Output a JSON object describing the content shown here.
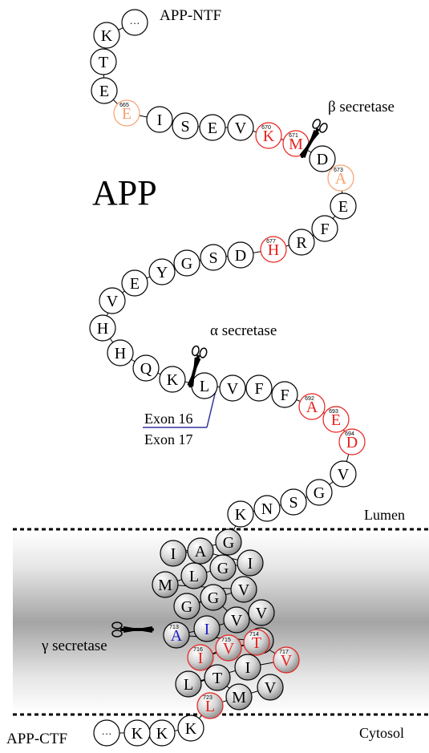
{
  "title": "APP",
  "labels": {
    "ntf": "APP-NTF",
    "ctf": "APP-CTF",
    "beta": "β secretase",
    "alpha": "α secretase",
    "gamma": "γ secretase",
    "exon16": "Exon 16",
    "exon17": "Exon 17",
    "lumen": "Lumen",
    "cytosol": "Cytosol"
  },
  "colors": {
    "normal": "#000000",
    "highlight": "#e8201c",
    "light": "#f5a06e",
    "blue": "#1a1acc",
    "exon_line": "#3434a0"
  },
  "residues": [
    {
      "id": "ntf-dots",
      "aa": "···"
    },
    {
      "id": "k-top",
      "aa": "K"
    },
    {
      "id": "t-top",
      "aa": "T"
    },
    {
      "id": "e-top",
      "aa": "E"
    },
    {
      "id": "e665",
      "aa": "E",
      "num": "665",
      "color": "light"
    },
    {
      "id": "i-1",
      "aa": "I"
    },
    {
      "id": "s-1",
      "aa": "S"
    },
    {
      "id": "e-2",
      "aa": "E"
    },
    {
      "id": "v-1",
      "aa": "V"
    },
    {
      "id": "k670",
      "aa": "K",
      "num": "670",
      "color": "highlight"
    },
    {
      "id": "m671",
      "aa": "M",
      "num": "671",
      "color": "highlight"
    },
    {
      "id": "d672",
      "aa": "D"
    },
    {
      "id": "a673",
      "aa": "A",
      "num": "673",
      "color": "light"
    },
    {
      "id": "e-3",
      "aa": "E"
    },
    {
      "id": "f-1",
      "aa": "F"
    },
    {
      "id": "r-1",
      "aa": "R"
    },
    {
      "id": "h677",
      "aa": "H",
      "num": "677",
      "color": "highlight"
    },
    {
      "id": "d-2",
      "aa": "D"
    },
    {
      "id": "s-2",
      "aa": "S"
    },
    {
      "id": "g-1",
      "aa": "G"
    },
    {
      "id": "y-1",
      "aa": "Y"
    },
    {
      "id": "e-4",
      "aa": "E"
    },
    {
      "id": "v-2",
      "aa": "V"
    },
    {
      "id": "h-2",
      "aa": "H"
    },
    {
      "id": "h-3",
      "aa": "H"
    },
    {
      "id": "q-1",
      "aa": "Q"
    },
    {
      "id": "k-2",
      "aa": "K"
    },
    {
      "id": "l-1",
      "aa": "L"
    },
    {
      "id": "v-3",
      "aa": "V"
    },
    {
      "id": "f-2",
      "aa": "F"
    },
    {
      "id": "f-3",
      "aa": "F"
    },
    {
      "id": "a692",
      "aa": "A",
      "num": "692",
      "color": "highlight"
    },
    {
      "id": "e693",
      "aa": "E",
      "num": "693",
      "color": "highlight"
    },
    {
      "id": "d694",
      "aa": "D",
      "num": "694",
      "color": "highlight"
    },
    {
      "id": "v-4",
      "aa": "V"
    },
    {
      "id": "g-2",
      "aa": "G"
    },
    {
      "id": "s-3",
      "aa": "S"
    },
    {
      "id": "n-1",
      "aa": "N"
    },
    {
      "id": "k-3",
      "aa": "K"
    },
    {
      "id": "g-tm1",
      "aa": "G",
      "tm": true
    },
    {
      "id": "i-tm1",
      "aa": "I",
      "tm": true
    },
    {
      "id": "a-tm1",
      "aa": "A",
      "tm": true
    },
    {
      "id": "i-tm2",
      "aa": "I",
      "tm": true
    },
    {
      "id": "g-tm2",
      "aa": "G",
      "tm": true
    },
    {
      "id": "l-tm1",
      "aa": "L",
      "tm": true
    },
    {
      "id": "m-tm1",
      "aa": "M",
      "tm": true
    },
    {
      "id": "v-tm1",
      "aa": "V",
      "tm": true
    },
    {
      "id": "g-tm3",
      "aa": "G",
      "tm": true
    },
    {
      "id": "g-tm4",
      "aa": "G",
      "tm": true
    },
    {
      "id": "v-tm2",
      "aa": "V",
      "tm": true
    },
    {
      "id": "v-tm3",
      "aa": "V",
      "tm": true
    },
    {
      "id": "i-tm3",
      "aa": "I",
      "tm": true,
      "color": "blue"
    },
    {
      "id": "a713",
      "aa": "A",
      "num": "713",
      "tm": true,
      "color": "blue"
    },
    {
      "id": "v-tm4",
      "aa": "V",
      "tm": true
    },
    {
      "id": "i716",
      "aa": "I",
      "num": "716",
      "tm": true,
      "color": "highlight"
    },
    {
      "id": "v715",
      "aa": "V",
      "num": "715",
      "tm": true,
      "color": "highlight"
    },
    {
      "id": "t714",
      "aa": "T",
      "num": "714",
      "tm": true,
      "color": "highlight"
    },
    {
      "id": "v717",
      "aa": "V",
      "num": "717",
      "tm": true,
      "color": "highlight"
    },
    {
      "id": "i-tm4",
      "aa": "I",
      "tm": true
    },
    {
      "id": "l-tm2",
      "aa": "L",
      "tm": true
    },
    {
      "id": "t-tm1",
      "aa": "T",
      "tm": true
    },
    {
      "id": "m-tm2",
      "aa": "M",
      "tm": true
    },
    {
      "id": "v-tm5",
      "aa": "V",
      "tm": true
    },
    {
      "id": "l723",
      "aa": "L",
      "num": "723",
      "tm": true,
      "color": "highlight"
    },
    {
      "id": "k-4",
      "aa": "K"
    },
    {
      "id": "k-5",
      "aa": "K"
    },
    {
      "id": "k-6",
      "aa": "K"
    },
    {
      "id": "ctf-dots",
      "aa": "···"
    }
  ]
}
